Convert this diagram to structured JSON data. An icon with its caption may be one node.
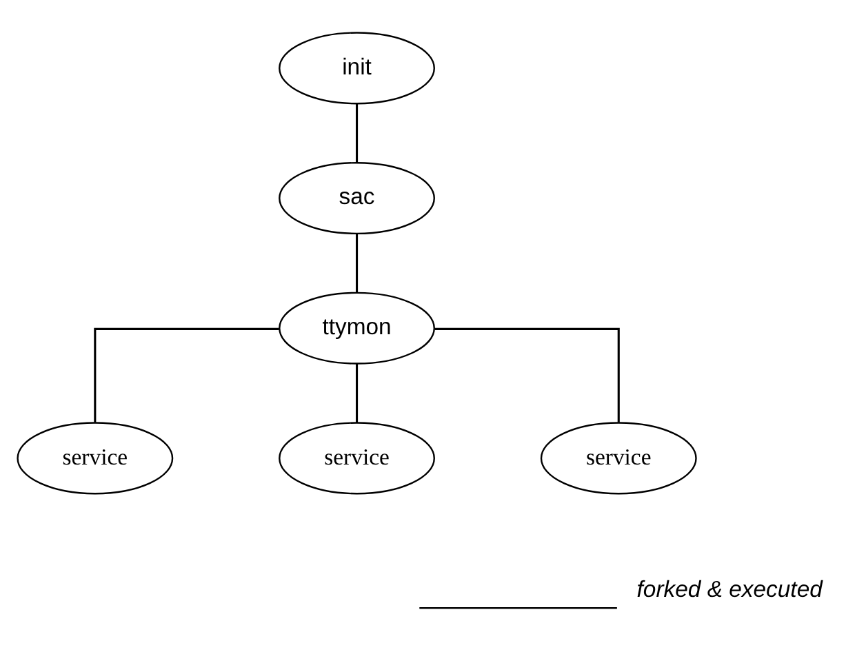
{
  "diagram": {
    "nodes": [
      {
        "text": [
          "init"
        ]
      },
      {
        "text": [
          "sac"
        ]
      },
      {
        "text": [
          "ttymon"
        ]
      },
      {
        "text": [
          "service"
        ]
      },
      {
        "text": [
          "service"
        ]
      },
      {
        "text": [
          "service"
        ]
      }
    ],
    "edges": [
      {
        "from": 0,
        "to": 1,
        "arrow": "none"
      },
      {
        "from": 1,
        "to": 2,
        "arrow": "none"
      },
      {
        "from": 2,
        "to": 3,
        "arrow": "none"
      },
      {
        "from": 2,
        "to": 4,
        "arrow": "none"
      },
      {
        "from": 2,
        "to": 5,
        "arrow": "none"
      }
    ],
    "legend": [
      {
        "text": "forked & executed"
      }
    ]
  }
}
